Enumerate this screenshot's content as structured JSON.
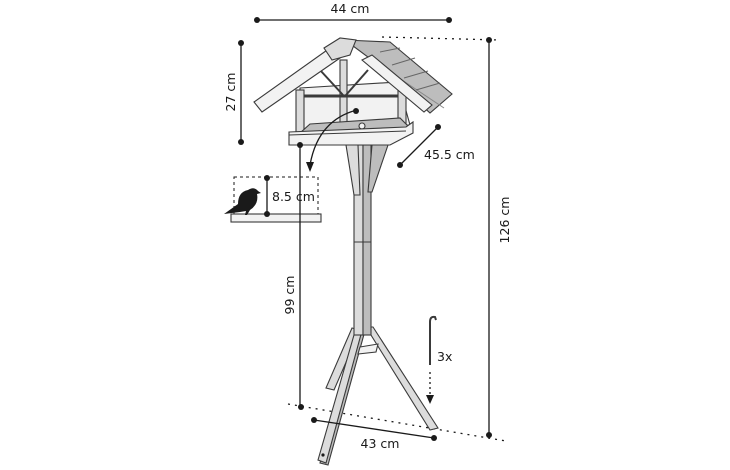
{
  "dimensions": {
    "width": "44 cm",
    "roof_height": "27 cm",
    "depth": "45.5 cm",
    "perch_clearance": "8.5 cm",
    "table_height": "99 cm",
    "total_height": "126 cm",
    "base_width": "43 cm"
  },
  "accessories": {
    "ground_peg_count": "3x"
  }
}
